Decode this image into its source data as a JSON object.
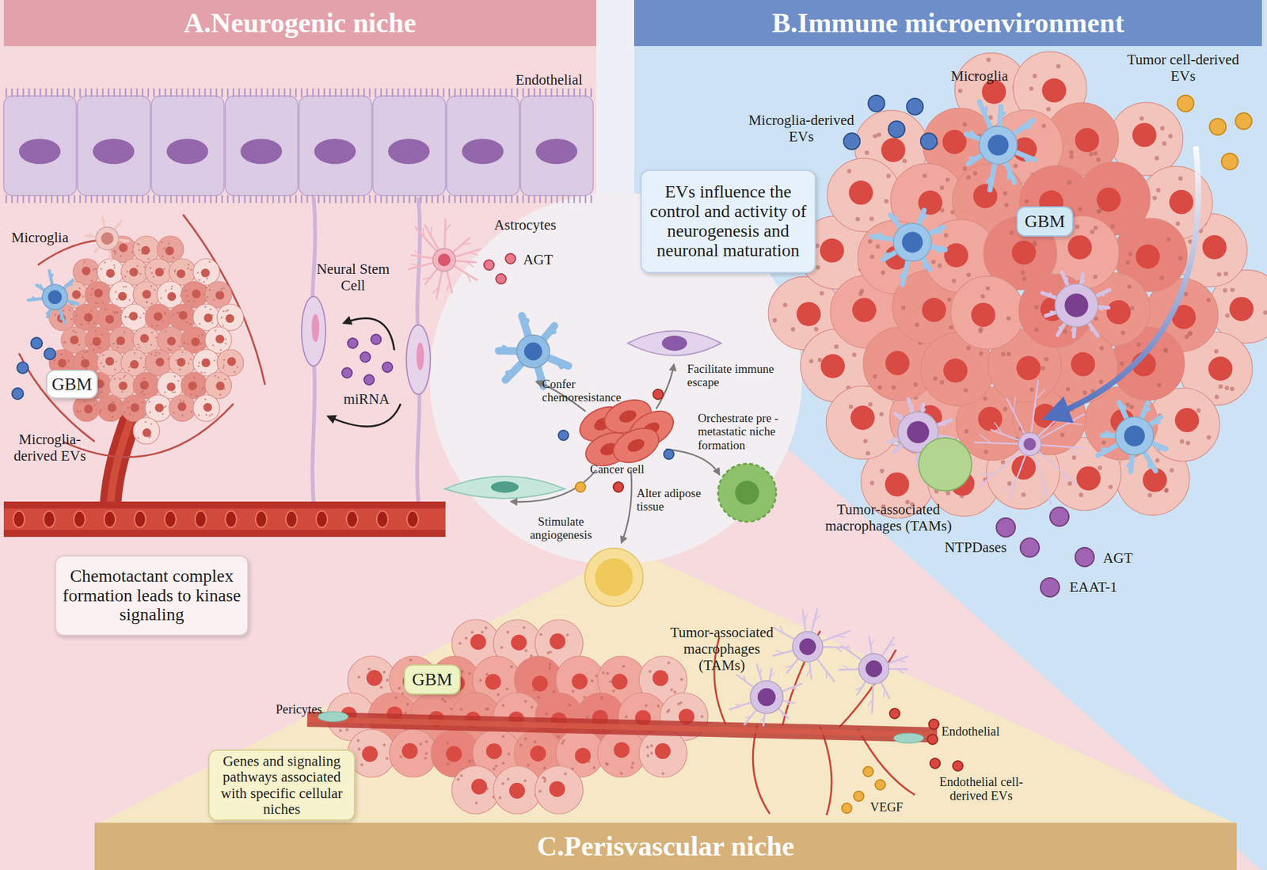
{
  "diagram": {
    "nodes": [
      {
        "text": [
          "A.Neurogenic niche"
        ]
      },
      {
        "text": [
          "GBM"
        ],
        "in": 0
      },
      {
        "text": [
          "Chemotactant complex formation leads to kinase signaling"
        ],
        "in": 0
      },
      {
        "text": [
          "B.Immune microenvironment"
        ]
      },
      {
        "text": [
          "EVs influence the control and activity of neurogenesis and neuronal maturation"
        ],
        "in": 3
      },
      {
        "text": [
          "GBM"
        ],
        "in": 3
      },
      {
        "text": [
          "C.Perisvascular niche"
        ]
      },
      {
        "text": [
          "GBM"
        ],
        "in": 6
      },
      {
        "text": [
          "Genes and signaling pathways associated with specific cellular niches"
        ],
        "in": 6
      }
    ],
    "labels": [
      "Endothelial",
      "Microglia",
      "Astrocytes",
      "AGT",
      "Neural Stem Cell",
      "miRNA",
      "Microglia-derived EVs",
      "Confer chemoresistance",
      "Facilitate immune escape",
      "Orchestrate pre - metastatic niche formation",
      "Cancer cell",
      "Alter adipose tissue",
      "Stimulate angiogenesis",
      "Microglia",
      "Tumor cell-derived EVs",
      "Microglia-derived EVs",
      "Tumor-associated macrophages (TAMs)",
      "NTPDases",
      "AGT",
      "EAAT-1",
      "Pericytes",
      "Tumor-associated macrophages (TAMs)",
      "Endothelial",
      "Endothelial cell-derived EVs",
      "VEGF"
    ]
  }
}
